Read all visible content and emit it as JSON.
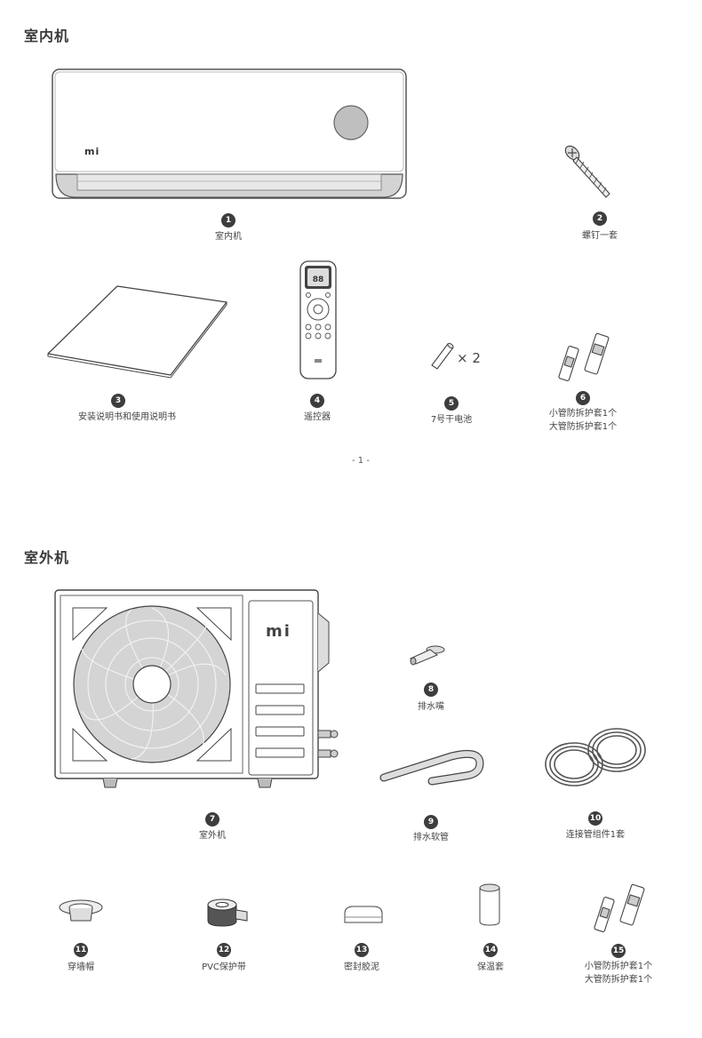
{
  "indoor": {
    "title": "室内机",
    "items": [
      {
        "num": "1",
        "label": "室内机"
      },
      {
        "num": "2",
        "label": "螺钉一套"
      },
      {
        "num": "3",
        "label": "安装说明书和使用说明书"
      },
      {
        "num": "4",
        "label": "遥控器"
      },
      {
        "num": "5",
        "label": "7号干电池"
      },
      {
        "num": "6",
        "label_line1": "小管防拆护套1个",
        "label_line2": "大管防拆护套1个"
      }
    ],
    "battery_qty": "× 2",
    "logo": "mi"
  },
  "page_number": "- 1 -",
  "outdoor": {
    "title": "室外机",
    "items": [
      {
        "num": "7",
        "label": "室外机"
      },
      {
        "num": "8",
        "label": "排水嘴"
      },
      {
        "num": "9",
        "label": "排水软管"
      },
      {
        "num": "10",
        "label": "连接管组件1套"
      },
      {
        "num": "11",
        "label": "穿墙帽"
      },
      {
        "num": "12",
        "label": "PVC保护带"
      },
      {
        "num": "13",
        "label": "密封胶泥"
      },
      {
        "num": "14",
        "label": "保温套"
      },
      {
        "num": "15",
        "label_line1": "小管防拆护套1个",
        "label_line2": "大管防拆护套1个"
      }
    ],
    "logo": "mi"
  }
}
